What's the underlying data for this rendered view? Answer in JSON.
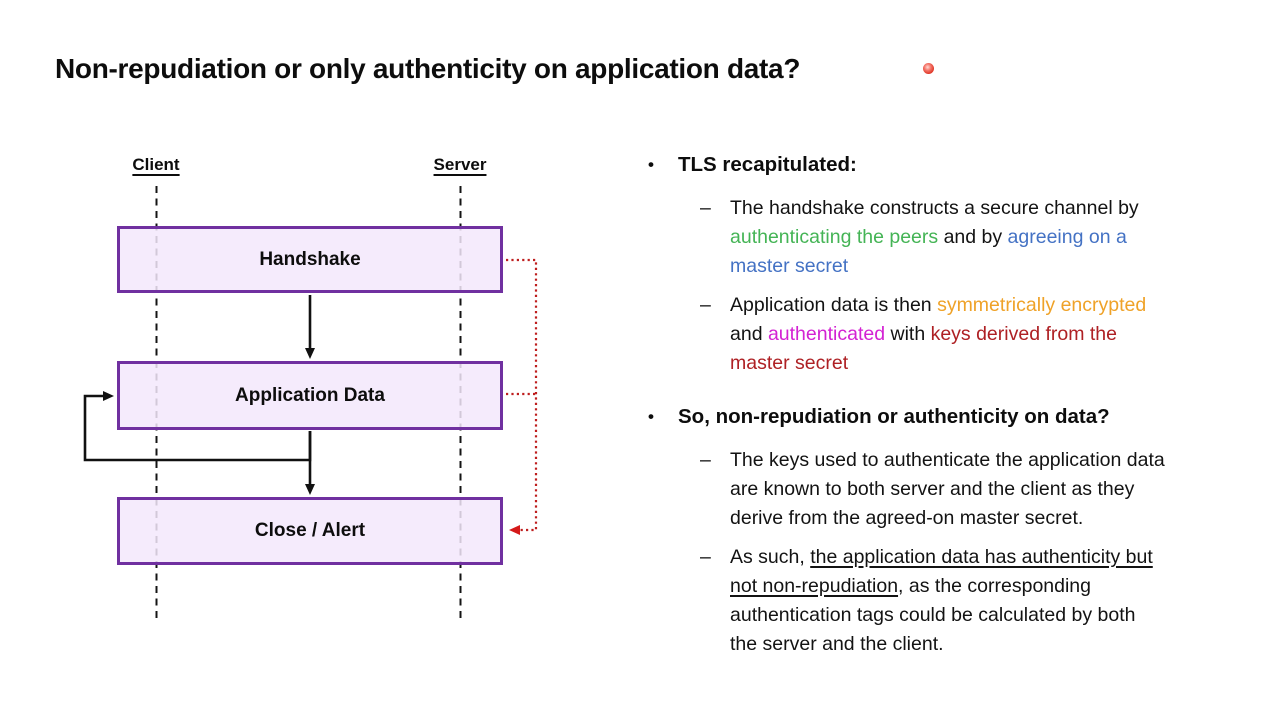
{
  "slide": {
    "title": "Non-repudiation or only authenticity on application data?"
  },
  "colors": {
    "green": "#44B455",
    "blue": "#4472C4",
    "orange": "#EFA228",
    "magenta": "#D322D3",
    "darkred": "#AE2024",
    "purple": "#7030A0",
    "box_fill": "#F3E8FC",
    "red_connector": "#BE1E1E",
    "text_black": "#131313",
    "laser_red": "#DD2F1F"
  },
  "diagram": {
    "actors": [
      {
        "label": "Client"
      },
      {
        "label": "Server"
      }
    ],
    "boxes": [
      {
        "label": "Handshake"
      },
      {
        "label": "Application Data"
      },
      {
        "label": "Close / Alert"
      }
    ]
  },
  "content": {
    "bullet_marker": "•",
    "sub_marker": "–",
    "bullets": [
      {
        "heading": "TLS recapitulated:",
        "subs": [
          {
            "lines": [
              [
                {
                  "t": "The handshake constructs a secure channel by"
                }
              ],
              [
                {
                  "t": "authenticating the peers",
                  "c": "green"
                },
                {
                  "t": " and by "
                },
                {
                  "t": "agreeing on a",
                  "c": "blue"
                }
              ],
              [
                {
                  "t": "master secret",
                  "c": "blue"
                }
              ]
            ]
          },
          {
            "lines": [
              [
                {
                  "t": "Application data is then "
                },
                {
                  "t": "symmetrically encrypted",
                  "c": "orange"
                }
              ],
              [
                {
                  "t": "and "
                },
                {
                  "t": "authenticated",
                  "c": "magenta"
                },
                {
                  "t": " with "
                },
                {
                  "t": "keys derived from the",
                  "c": "darkred"
                }
              ],
              [
                {
                  "t": "master secret",
                  "c": "darkred"
                }
              ]
            ]
          }
        ]
      },
      {
        "heading": "So, non-repudiation or authenticity on data?",
        "subs": [
          {
            "lines": [
              [
                {
                  "t": "The keys used to authenticate the application data"
                }
              ],
              [
                {
                  "t": "are known to both server and the client as they"
                }
              ],
              [
                {
                  "t": "derive from the agreed-on master secret."
                }
              ]
            ]
          },
          {
            "lines": [
              [
                {
                  "t": "As such, "
                },
                {
                  "t": "the application data has authenticity but",
                  "u": true
                }
              ],
              [
                {
                  "t": "not non-repudiation",
                  "u": true
                },
                {
                  "t": ", as the corresponding"
                }
              ],
              [
                {
                  "t": "authentication tags could be calculated by both"
                }
              ],
              [
                {
                  "t": "the server and the client."
                }
              ]
            ]
          }
        ]
      }
    ]
  }
}
